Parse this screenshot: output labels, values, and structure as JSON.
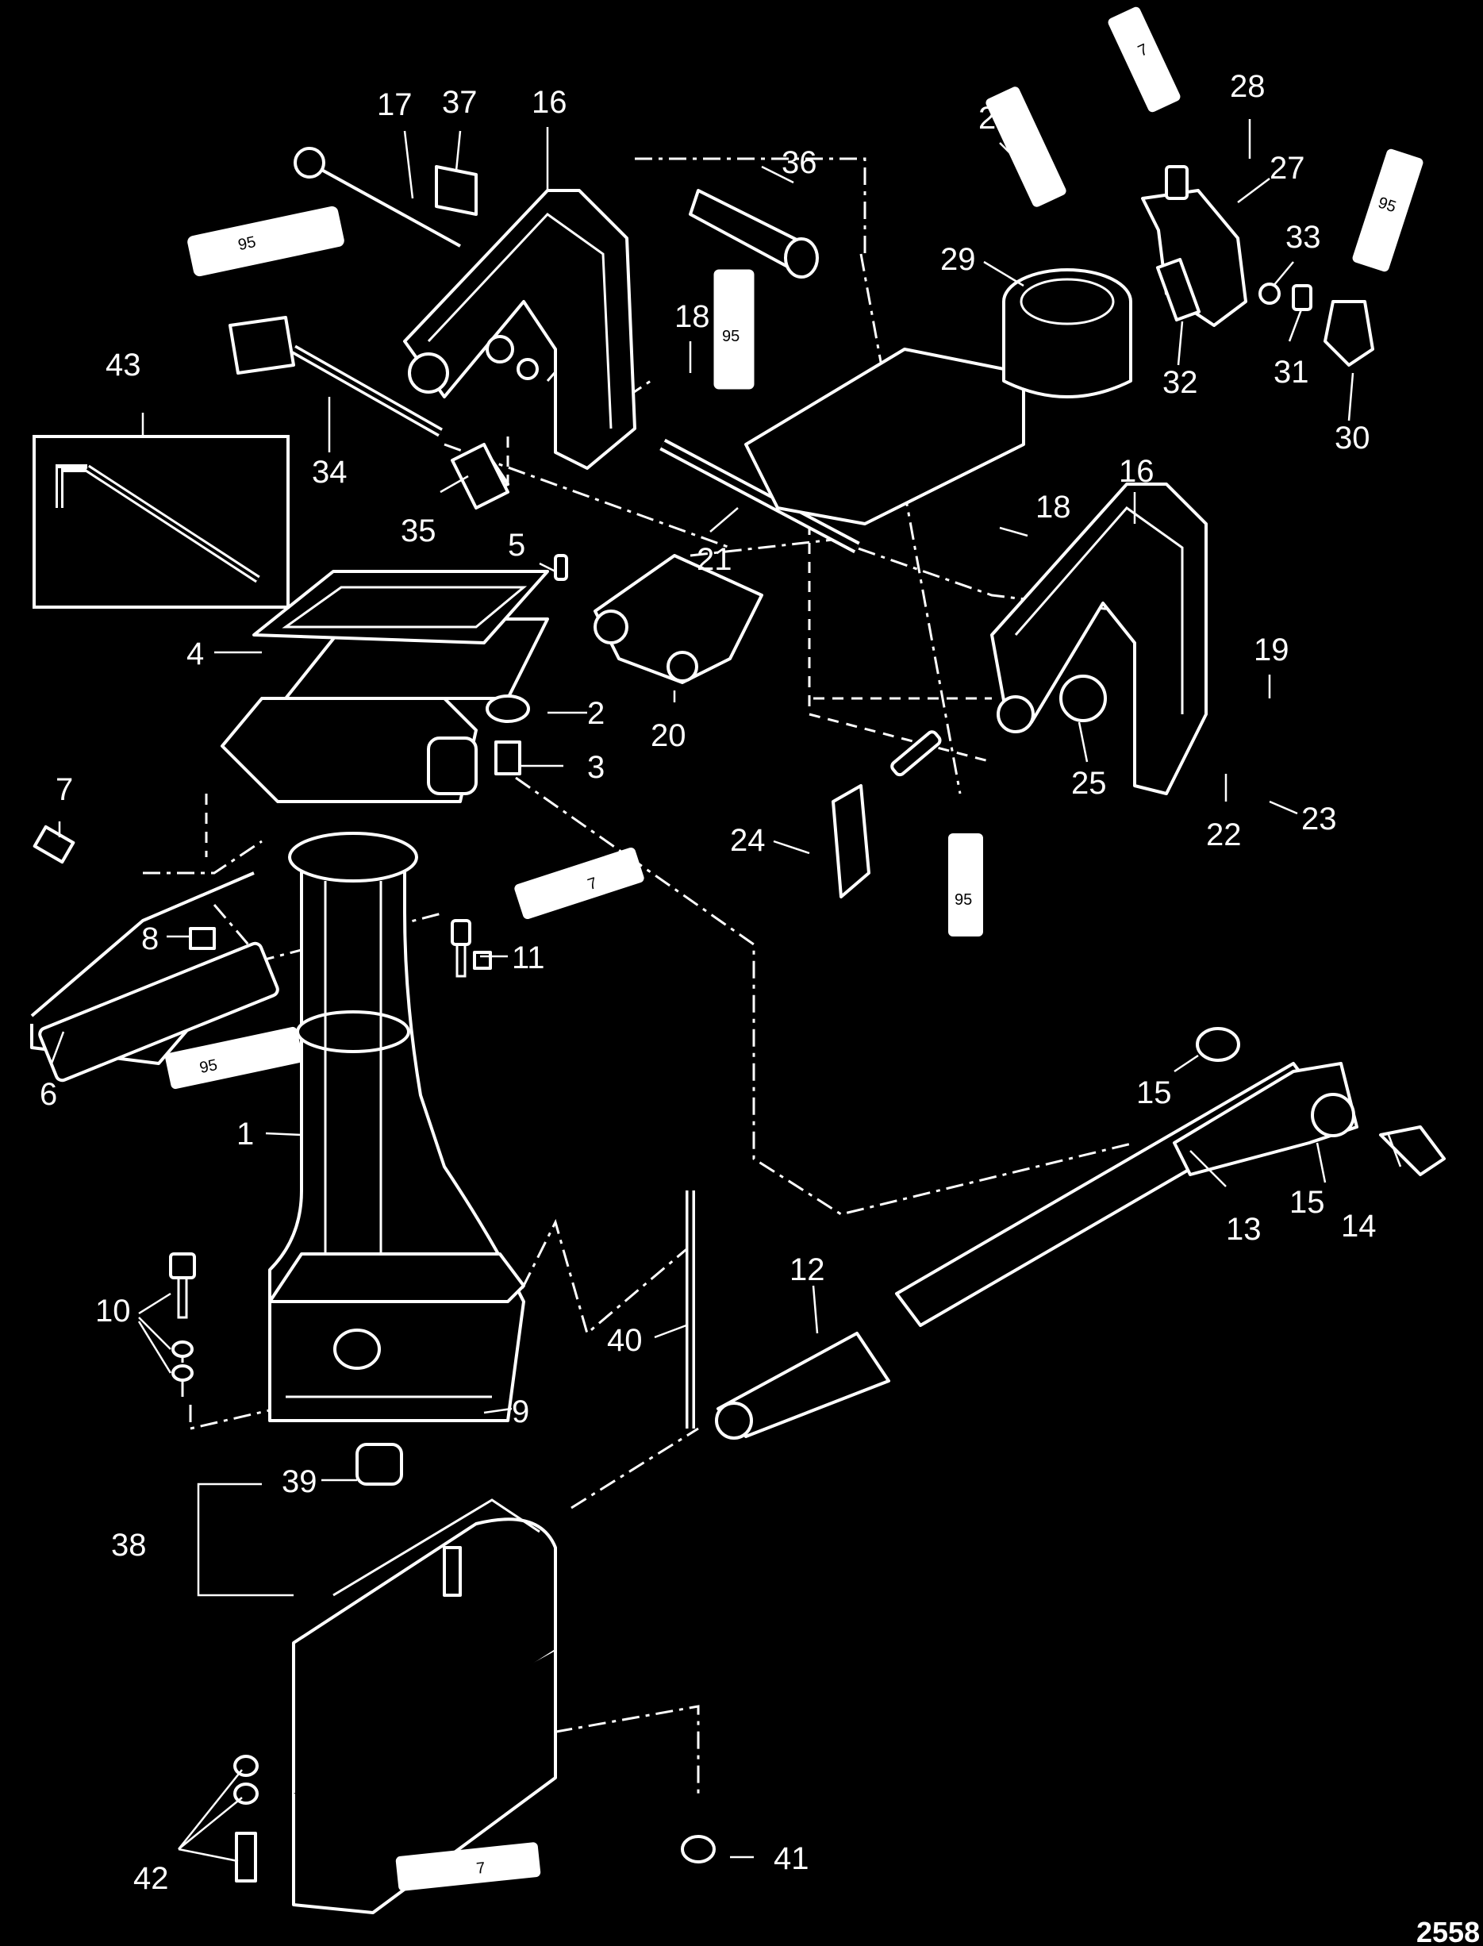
{
  "figure_id": "2558",
  "callouts": [
    "1",
    "2",
    "3",
    "4",
    "5",
    "6",
    "7",
    "8",
    "9",
    "10",
    "11",
    "12",
    "13",
    "14",
    "15",
    "15",
    "16",
    "16",
    "17",
    "18",
    "18",
    "19",
    "20",
    "21",
    "22",
    "23",
    "24",
    "25",
    "26",
    "27",
    "28",
    "29",
    "30",
    "31",
    "32",
    "33",
    "34",
    "35",
    "36",
    "37",
    "38",
    "39",
    "40",
    "41",
    "42",
    "43"
  ],
  "tube_labels": [
    "95",
    "95",
    "95",
    "95",
    "95",
    "7",
    "7",
    "7",
    "95",
    "7"
  ]
}
